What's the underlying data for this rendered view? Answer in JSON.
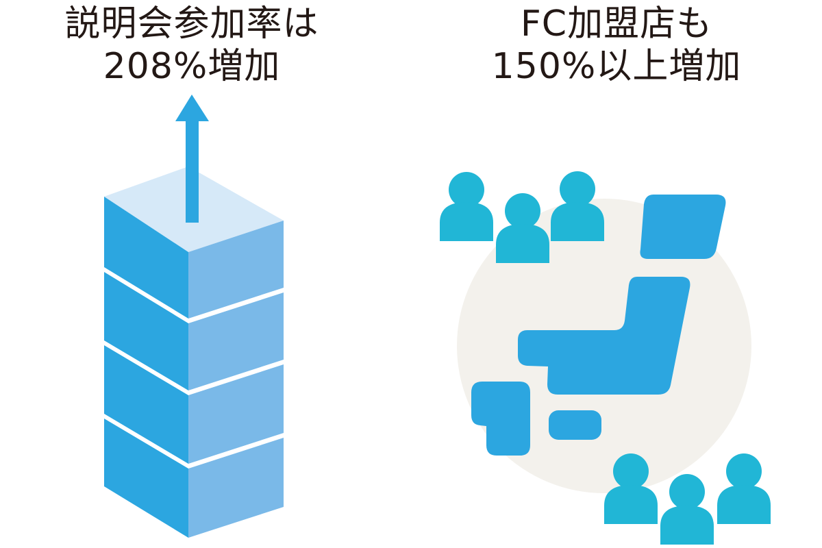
{
  "left_panel": {
    "headline_line1": "説明会参加率は",
    "headline_line2": "208%増加",
    "icons": [
      "stacked-blocks-icon",
      "up-arrow-icon"
    ]
  },
  "right_panel": {
    "headline_line1": "FC加盟店も",
    "headline_line2": "150%以上増加",
    "icons": [
      "japan-map-icon",
      "person-icon"
    ]
  },
  "colors": {
    "text": "#231815",
    "block_front": "#2ca6e0",
    "block_side": "#7ab9e8",
    "block_top": "#d6e9f8",
    "arrow": "#2ca6e0",
    "map": "#2ca6e0",
    "person": "#21b6d6",
    "circle_bg": "#f3f1ec"
  }
}
